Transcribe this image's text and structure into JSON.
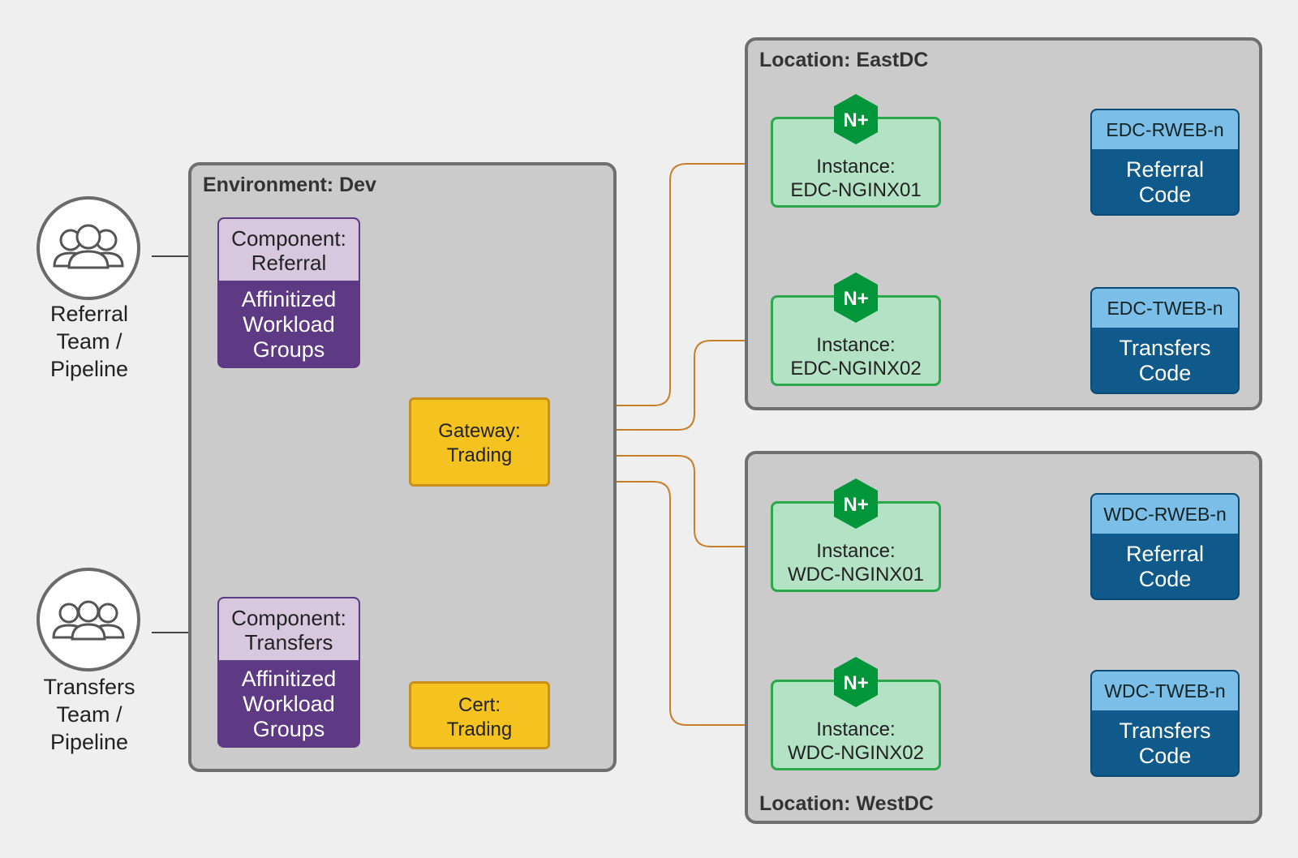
{
  "teams": [
    {
      "label_lines": [
        "Referral",
        "Team /",
        "Pipeline"
      ],
      "icon": "team-icon"
    },
    {
      "label_lines": [
        "Transfers",
        "Team /",
        "Pipeline"
      ],
      "icon": "team-icon"
    }
  ],
  "environment": {
    "title": "Environment: Dev",
    "components": [
      {
        "head_lines": [
          "Component:",
          "Referral"
        ],
        "body_lines": [
          "Affinitized",
          "Workload",
          "Groups"
        ]
      },
      {
        "head_lines": [
          "Component:",
          "Transfers"
        ],
        "body_lines": [
          "Affinitized",
          "Workload",
          "Groups"
        ]
      }
    ],
    "gateway_lines": [
      "Gateway:",
      "Trading"
    ],
    "cert_lines": [
      "Cert:",
      "Trading"
    ]
  },
  "locations": [
    {
      "title": "Location: EastDC",
      "instances": [
        {
          "label_lines": [
            "Instance:",
            "EDC-NGINX01"
          ]
        },
        {
          "label_lines": [
            "Instance:",
            "EDC-NGINX02"
          ]
        }
      ],
      "codes": [
        {
          "head": "EDC-RWEB-n",
          "body_lines": [
            "Referral",
            "Code"
          ]
        },
        {
          "head": "EDC-TWEB-n",
          "body_lines": [
            "Transfers",
            "Code"
          ]
        }
      ]
    },
    {
      "title": "Location: WestDC",
      "instances": [
        {
          "label_lines": [
            "Instance:",
            "WDC-NGINX01"
          ]
        },
        {
          "label_lines": [
            "Instance:",
            "WDC-NGINX02"
          ]
        }
      ],
      "codes": [
        {
          "head": "WDC-RWEB-n",
          "body_lines": [
            "Referral",
            "Code"
          ]
        },
        {
          "head": "WDC-TWEB-n",
          "body_lines": [
            "Transfers",
            "Code"
          ]
        }
      ]
    }
  ],
  "nginx_badge": "N+",
  "colors": {
    "purple": "#5e3a84",
    "orange": "#c87f2a",
    "green": "#2aa84a",
    "dark_gray": "#444444",
    "nginx_green": "#009639"
  }
}
